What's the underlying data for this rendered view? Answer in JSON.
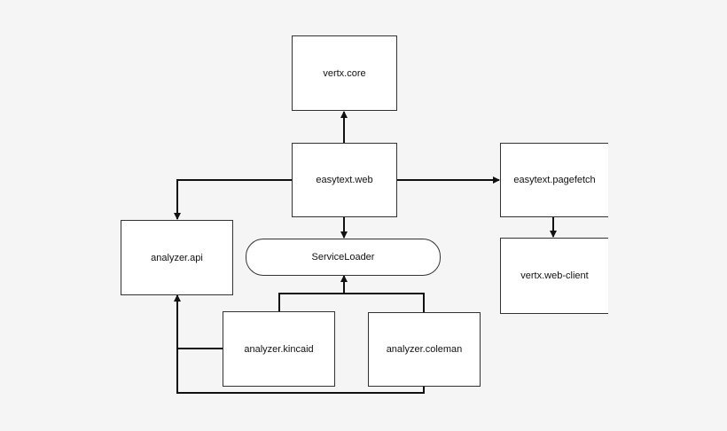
{
  "diagram": {
    "nodes": {
      "vertx_core": "vertx.core",
      "easytext_web": "easytext.web",
      "easytext_pagefetch": "easytext.pagefetch",
      "analyzer_api": "analyzer.api",
      "service_loader": "ServiceLoader",
      "vertx_web_client": "vertx.web-client",
      "analyzer_kincaid": "analyzer.kincaid",
      "analyzer_coleman": "analyzer.coleman"
    },
    "edges": [
      {
        "from": "easytext.web",
        "to": "vertx.core"
      },
      {
        "from": "easytext.web",
        "to": "easytext.pagefetch"
      },
      {
        "from": "easytext.web",
        "to": "analyzer.api"
      },
      {
        "from": "easytext.web",
        "to": "ServiceLoader"
      },
      {
        "from": "easytext.pagefetch",
        "to": "vertx.web-client"
      },
      {
        "from": "analyzer.kincaid",
        "to": "ServiceLoader"
      },
      {
        "from": "analyzer.coleman",
        "to": "ServiceLoader"
      },
      {
        "from": "analyzer.kincaid",
        "to": "analyzer.api"
      },
      {
        "from": "analyzer.coleman",
        "to": "analyzer.api"
      }
    ],
    "colors": {
      "background": "#f5f5f5",
      "node_fill": "#ffffff",
      "stroke": "#111111"
    }
  }
}
